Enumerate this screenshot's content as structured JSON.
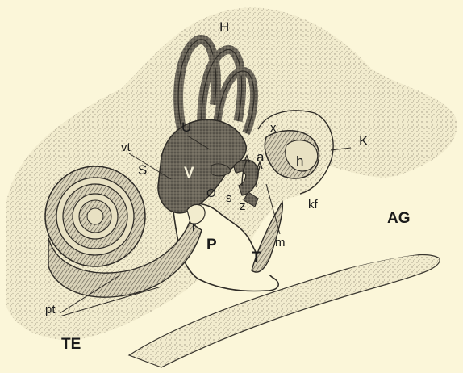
{
  "labels": {
    "H": "H",
    "U": "U",
    "vt": "vt",
    "S": "S",
    "V": "V",
    "x": "x",
    "a": "a",
    "K": "K",
    "h": "h",
    "O": "O",
    "s": "s",
    "z": "z",
    "kf": "kf",
    "AG": "AG",
    "r": "r",
    "P": "P",
    "T": "T",
    "m": "m",
    "pt": "pt",
    "TE": "TE"
  },
  "colors": {
    "background": "#fbf6d9",
    "bone_stipple": "#d6cfb2",
    "ink": "#1b1b1b",
    "cochlea_fill": "#8a8578",
    "labyrinth_fill": "#5e5a52"
  }
}
